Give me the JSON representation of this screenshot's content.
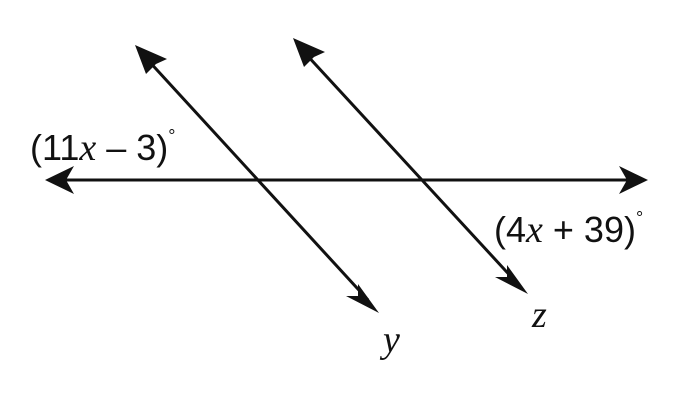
{
  "diagram": {
    "angle_left": {
      "open": "(11",
      "var": "x",
      "rest": " – 3)",
      "degree": "°"
    },
    "angle_right": {
      "open": "(4",
      "var": "x",
      "rest": " + 39)",
      "degree": "°"
    },
    "line_y_label": "y",
    "line_z_label": "z"
  }
}
